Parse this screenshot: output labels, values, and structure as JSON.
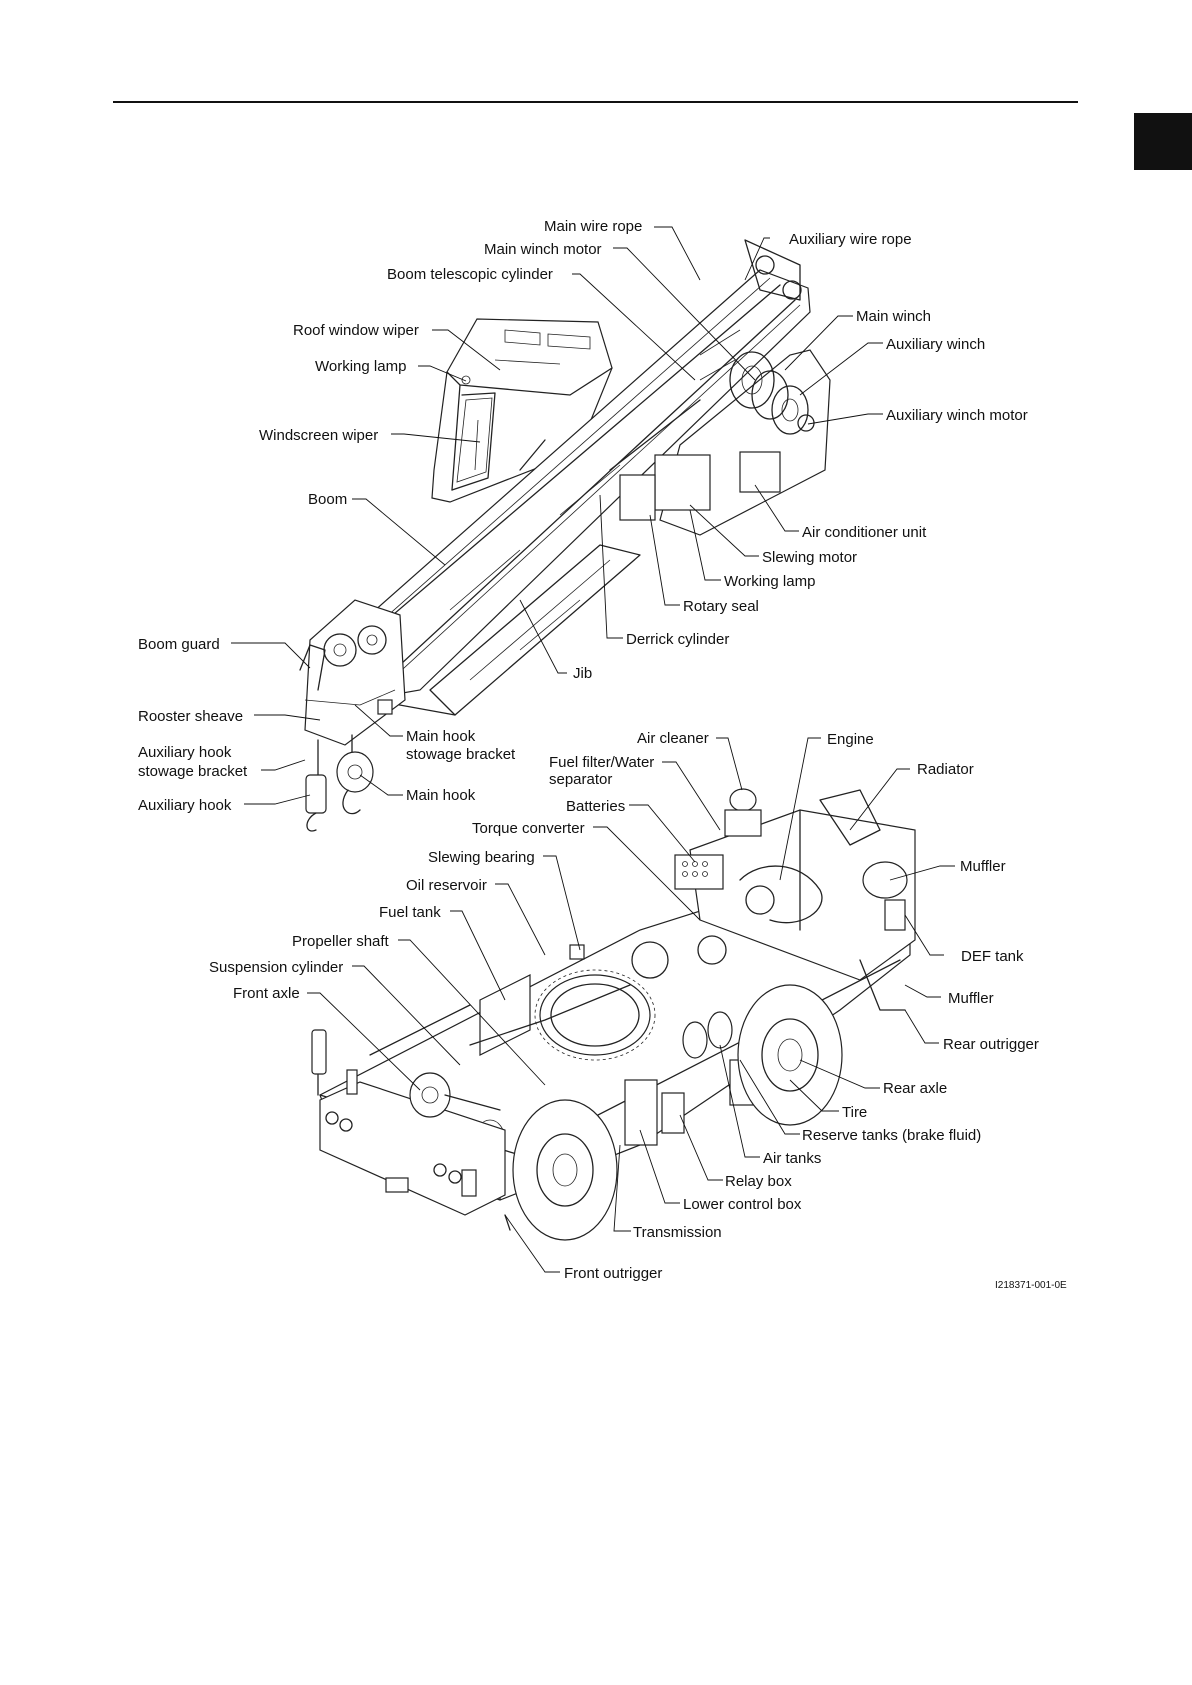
{
  "figure": {
    "id": "I218371-001-0E",
    "labels": {
      "main_wire_rope": "Main wire rope",
      "auxiliary_wire_rope": "Auxiliary wire rope",
      "main_winch_motor": "Main winch motor",
      "boom_telescopic_cylinder": "Boom telescopic cylinder",
      "main_winch": "Main winch",
      "roof_window_wiper": "Roof window wiper",
      "auxiliary_winch": "Auxiliary winch",
      "working_lamp_cab": "Working lamp",
      "auxiliary_winch_motor": "Auxiliary winch motor",
      "windscreen_wiper": "Windscreen wiper",
      "boom": "Boom",
      "air_conditioner_unit": "Air conditioner unit",
      "slewing_motor": "Slewing motor",
      "working_lamp_base": "Working lamp",
      "rotary_seal": "Rotary seal",
      "boom_guard": "Boom guard",
      "derrick_cylinder": "Derrick cylinder",
      "jib": "Jib",
      "rooster_sheave": "Rooster sheave",
      "main_hook_stowage_bracket_line1": "Main hook",
      "main_hook_stowage_bracket_line2": "stowage bracket",
      "auxiliary_hook_stowage_bracket_line1": "Auxiliary hook",
      "auxiliary_hook_stowage_bracket_line2": "stowage bracket",
      "main_hook": "Main hook",
      "auxiliary_hook": "Auxiliary hook",
      "air_cleaner": "Air cleaner",
      "engine": "Engine",
      "fuel_filter_line1": "Fuel filter/Water",
      "fuel_filter_line2": "separator",
      "radiator": "Radiator",
      "batteries": "Batteries",
      "torque_converter": "Torque converter",
      "slewing_bearing": "Slewing bearing",
      "muffler_upper": "Muffler",
      "oil_reservoir": "Oil reservoir",
      "fuel_tank": "Fuel tank",
      "propeller_shaft": "Propeller shaft",
      "def_tank": "DEF tank",
      "suspension_cylinder": "Suspension cylinder",
      "muffler_lower": "Muffler",
      "front_axle": "Front axle",
      "rear_outrigger": "Rear outrigger",
      "rear_axle": "Rear axle",
      "tire": "Tire",
      "reserve_tanks": "Reserve tanks (brake fluid)",
      "air_tanks": "Air tanks",
      "relay_box": "Relay box",
      "lower_control_box": "Lower control box",
      "transmission": "Transmission",
      "front_outrigger": "Front outrigger"
    }
  }
}
